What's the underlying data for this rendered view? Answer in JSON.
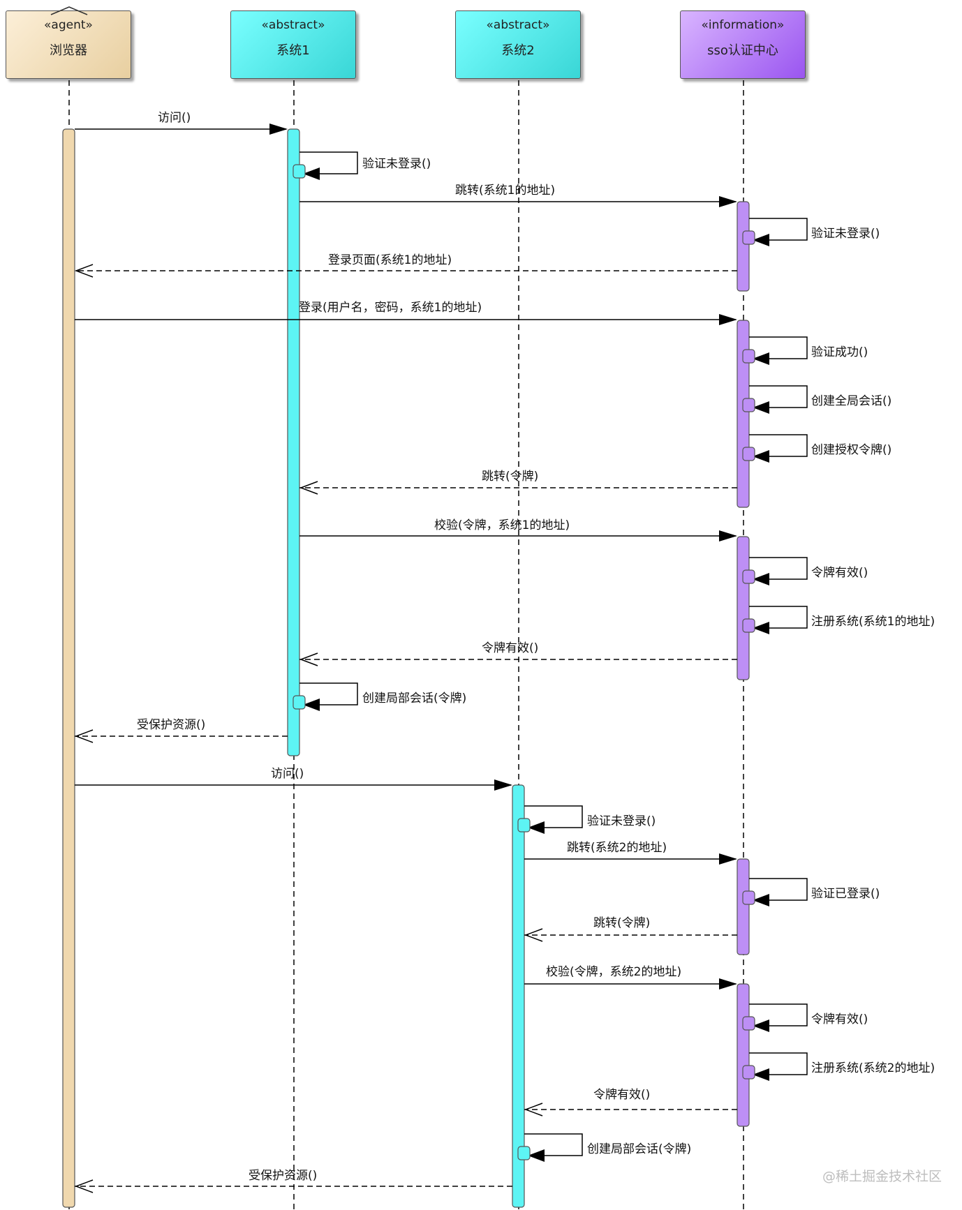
{
  "participants": [
    {
      "id": "browser",
      "stereotype": "«agent»",
      "name": "浏览器",
      "colors": [
        "#fcefd8",
        "#e8cfa0"
      ]
    },
    {
      "id": "sys1",
      "stereotype": "«abstract»",
      "name": "系统1",
      "colors": [
        "#7affff",
        "#39d6d6"
      ]
    },
    {
      "id": "sys2",
      "stereotype": "«abstract»",
      "name": "系统2",
      "colors": [
        "#7affff",
        "#39d6d6"
      ]
    },
    {
      "id": "sso",
      "stereotype": "«information»",
      "name": "sso认证中心",
      "colors": [
        "#d9b5ff",
        "#9a55f0"
      ]
    }
  ],
  "messages": [
    {
      "from": "browser",
      "to": "sys1",
      "label": "访问()",
      "type": "sync"
    },
    {
      "from": "sys1",
      "to": "sys1",
      "label": "验证未登录()",
      "type": "self"
    },
    {
      "from": "sys1",
      "to": "sso",
      "label": "跳转(系统1的地址)",
      "type": "sync"
    },
    {
      "from": "sso",
      "to": "sso",
      "label": "验证未登录()",
      "type": "self"
    },
    {
      "from": "sso",
      "to": "browser",
      "label": "登录页面(系统1的地址)",
      "type": "return"
    },
    {
      "from": "browser",
      "to": "sso",
      "label": "登录(用户名，密码，系统1的地址)",
      "type": "sync"
    },
    {
      "from": "sso",
      "to": "sso",
      "label": "验证成功()",
      "type": "self"
    },
    {
      "from": "sso",
      "to": "sso",
      "label": "创建全局会话()",
      "type": "self"
    },
    {
      "from": "sso",
      "to": "sso",
      "label": "创建授权令牌()",
      "type": "self"
    },
    {
      "from": "sso",
      "to": "sys1",
      "label": "跳转(令牌)",
      "type": "return"
    },
    {
      "from": "sys1",
      "to": "sso",
      "label": "校验(令牌，系统1的地址)",
      "type": "sync"
    },
    {
      "from": "sso",
      "to": "sso",
      "label": "令牌有效()",
      "type": "self"
    },
    {
      "from": "sso",
      "to": "sso",
      "label": "注册系统(系统1的地址)",
      "type": "self"
    },
    {
      "from": "sso",
      "to": "sys1",
      "label": "令牌有效()",
      "type": "return"
    },
    {
      "from": "sys1",
      "to": "sys1",
      "label": "创建局部会话(令牌)",
      "type": "self"
    },
    {
      "from": "sys1",
      "to": "browser",
      "label": "受保护资源()",
      "type": "return"
    },
    {
      "from": "browser",
      "to": "sys2",
      "label": "访问()",
      "type": "sync"
    },
    {
      "from": "sys2",
      "to": "sys2",
      "label": "验证未登录()",
      "type": "self"
    },
    {
      "from": "sys2",
      "to": "sso",
      "label": "跳转(系统2的地址)",
      "type": "sync"
    },
    {
      "from": "sso",
      "to": "sso",
      "label": "验证已登录()",
      "type": "self"
    },
    {
      "from": "sso",
      "to": "sys2",
      "label": "跳转(令牌)",
      "type": "return"
    },
    {
      "from": "sys2",
      "to": "sso",
      "label": "校验(令牌，系统2的地址)",
      "type": "sync"
    },
    {
      "from": "sso",
      "to": "sso",
      "label": "令牌有效()",
      "type": "self"
    },
    {
      "from": "sso",
      "to": "sso",
      "label": "注册系统(系统2的地址)",
      "type": "self"
    },
    {
      "from": "sso",
      "to": "sys2",
      "label": "令牌有效()",
      "type": "return"
    },
    {
      "from": "sys2",
      "to": "sys2",
      "label": "创建局部会话(令牌)",
      "type": "self"
    },
    {
      "from": "sys2",
      "to": "browser",
      "label": "受保护资源()",
      "type": "return"
    }
  ],
  "watermark": "@稀土掘金技术社区"
}
